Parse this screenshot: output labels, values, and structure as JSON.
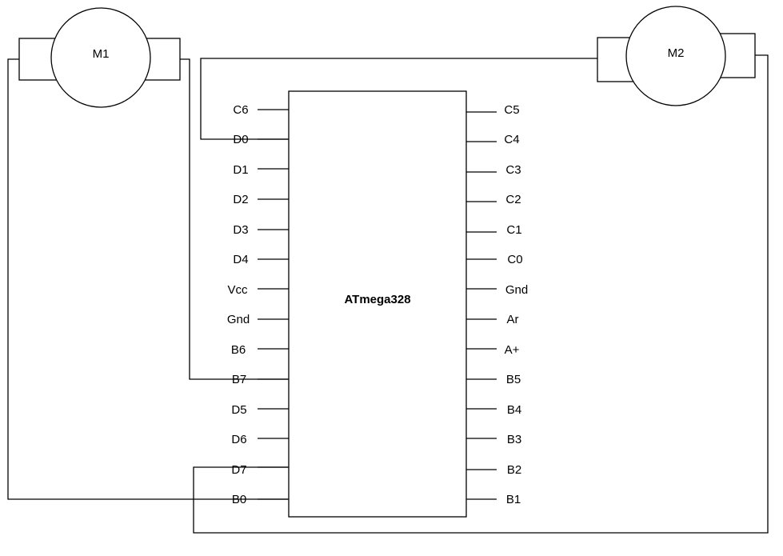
{
  "chip": {
    "name": "ATmega328"
  },
  "motors": [
    {
      "id": "m1",
      "label": "M1"
    },
    {
      "id": "m2",
      "label": "M2"
    }
  ],
  "pins": {
    "left": [
      "C6",
      "D0",
      "D1",
      "D2",
      "D3",
      "D4",
      "Vcc",
      "Gnd",
      "B6",
      "B7",
      "D5",
      "D6",
      "D7",
      "B0"
    ],
    "right": [
      "C5",
      "C4",
      "C3",
      "C2",
      "C1",
      "C0",
      "Gnd",
      "Ar",
      "A+",
      "B5",
      "B4",
      "B3",
      "B2",
      "B1"
    ]
  }
}
